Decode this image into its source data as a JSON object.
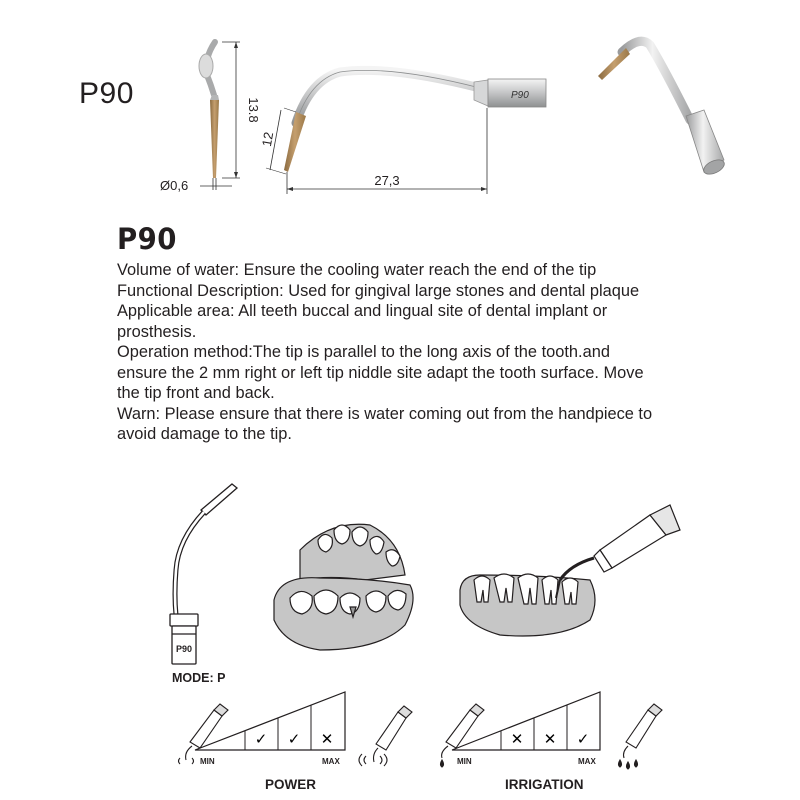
{
  "model_label": "P90",
  "drawing": {
    "dim_height": "13.8",
    "dim_diameter": "Ø0,6",
    "dim_tip_length": "12",
    "dim_length": "27,3",
    "engraving": "P90"
  },
  "product": {
    "title": "P90",
    "description_lines": [
      "Volume of water: Ensure the cooling water reach the end of the tip",
      "Functional Description: Used for gingival large stones and dental plaque",
      "Applicable area: All teeth buccal and lingual site of dental implant or",
      "prosthesis.",
      "Operation method:The tip is parallel to the long axis of the tooth.and",
      "ensure the 2 mm right or left tip niddle site adapt the tooth surface. Move",
      "the tip front and back.",
      "Warn: Please ensure that there is water coming out from the handpiece to",
      "avoid damage to the tip."
    ]
  },
  "usage": {
    "tip_label": "P90",
    "mode_label": "MODE: P",
    "power": {
      "title": "POWER",
      "min": "MIN",
      "max": "MAX",
      "marks": [
        "✓",
        "✓",
        "✕"
      ]
    },
    "irrigation": {
      "title": "IRRIGATION",
      "min": "MIN",
      "max": "MAX",
      "marks": [
        "✕",
        "✕",
        "✓"
      ]
    }
  },
  "colors": {
    "tip_gold": "#b08c5c",
    "steel": "#c9cacb",
    "gum_gray": "#c6c6c6",
    "text": "#231f20"
  }
}
